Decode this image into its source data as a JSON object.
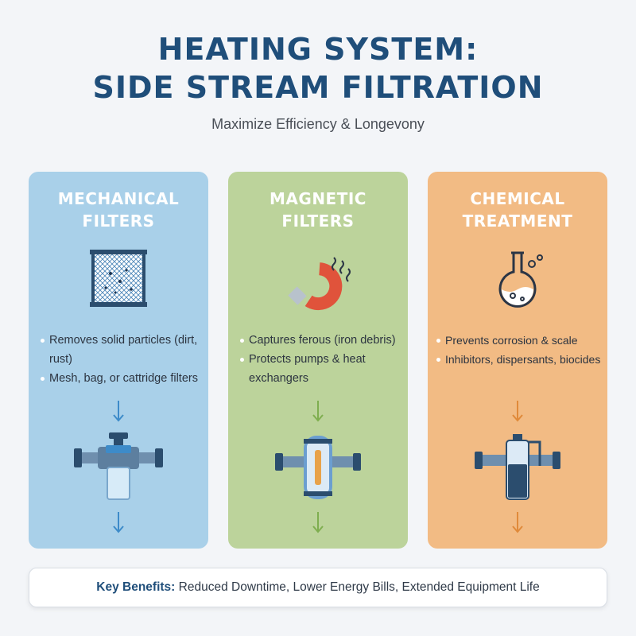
{
  "header": {
    "title_line1": "HEATING SYSTEM:",
    "title_line2": "SIDE STREAM FILTRATION",
    "subtitle": "Maximize Efficiency & Longevony"
  },
  "cards": [
    {
      "title_line1": "MECHANICAL",
      "title_line2": "FILTERS",
      "bullets": [
        "Removes solid particles (dirt, rust)",
        "Mesh, bag, or cattridge filters"
      ],
      "icon": "mesh-filter-icon",
      "device": "cartridge-filter-housing-icon",
      "color": "#a9d0e9",
      "arrow_color": "#3d8bc9"
    },
    {
      "title_line1": "MAGNETIC",
      "title_line2": "FILTERS",
      "bullets": [
        "Captures ferous (iron debris)",
        "Protects pumps & heat exchangers"
      ],
      "icon": "magnet-icon",
      "device": "magnetic-filter-unit-icon",
      "color": "#bcd39b",
      "arrow_color": "#7fae4f"
    },
    {
      "title_line1": "CHEMICAL",
      "title_line2": "TREATMENT",
      "bullets": [
        "Prevents corrosion & scale",
        "Inhibitors, dispersants, biocides"
      ],
      "icon": "flask-icon",
      "device": "dosing-pot-icon",
      "color": "#f2bb84",
      "arrow_color": "#e08a3a"
    }
  ],
  "benefits": {
    "label": "Key Benefits:",
    "text": " Reduced Downtime, Lower Energy Bills, Extended Equipment Life"
  }
}
